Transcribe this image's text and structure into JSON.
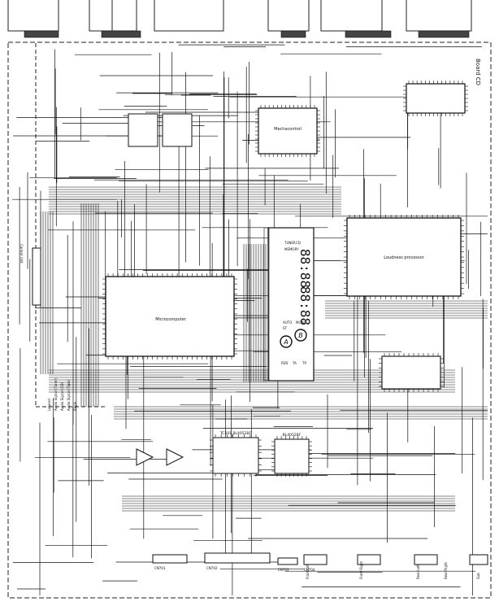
{
  "board_title": "Board CD",
  "ics": {
    "top_center": "Mechacontrol",
    "top_right": "",
    "left_main": "Microcomputer",
    "right_main": "Loudness  processor",
    "bottom_center": "TC501  BL4052BF",
    "bottom_center_b": "BL4052BF"
  },
  "display": {
    "digits": "88:88",
    "digits2": "88:88",
    "labels_top": [
      "TUNER",
      "CD",
      "MEMORY"
    ],
    "labels_mid": [
      "AUTO",
      "MONO",
      "ST"
    ],
    "labels_bot": [
      "RDS",
      "TA",
      "TP"
    ],
    "corner_letters": [
      "A",
      "B"
    ]
  },
  "connectors_bottom": [
    "CN701",
    "CN702",
    "CN703",
    "CN704"
  ],
  "output_labels": [
    "Front Left",
    "Front Right",
    "Rear Left",
    "Rear Right",
    "Sub"
  ],
  "legend_lines": [
    "Legend:",
    "Audio Signal (Tuner)",
    "Audio Signal (CD)",
    "Audio Signal (Tape)",
    "Reglo"
  ],
  "notes": [
    "Control Unit"
  ]
}
